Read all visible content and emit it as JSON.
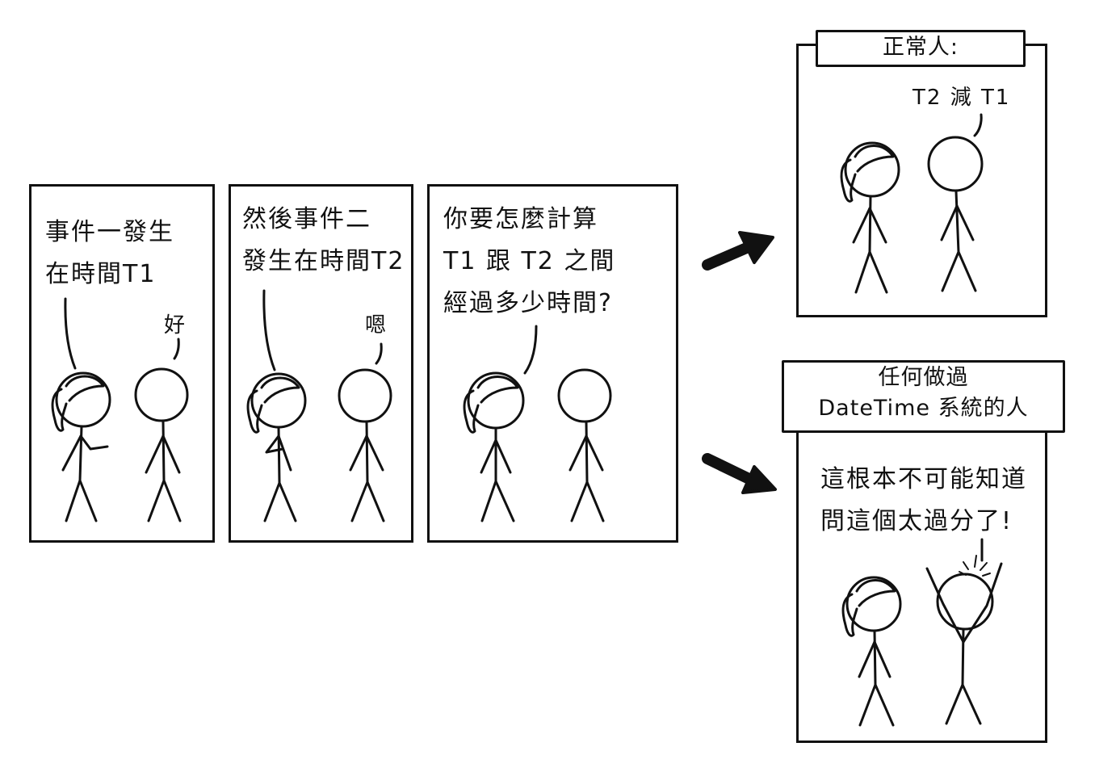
{
  "panel1": {
    "line1": "事件一發生",
    "line2": "在時間T1",
    "reply": "好"
  },
  "panel2": {
    "line1": "然後事件二",
    "line2": "發生在時間T2",
    "reply": "嗯"
  },
  "panel3": {
    "line1": "你要怎麼計算",
    "line2": "T1 跟 T2 之間",
    "line3": "經過多少時間?"
  },
  "panel4": {
    "label": "正常人:",
    "speech": "T2 減 T1"
  },
  "panel5": {
    "label_line1": "任何做過",
    "label_line2": "DateTime 系統的人",
    "line1": "這根本不可能知道",
    "line2": "問這個太過分了!"
  }
}
